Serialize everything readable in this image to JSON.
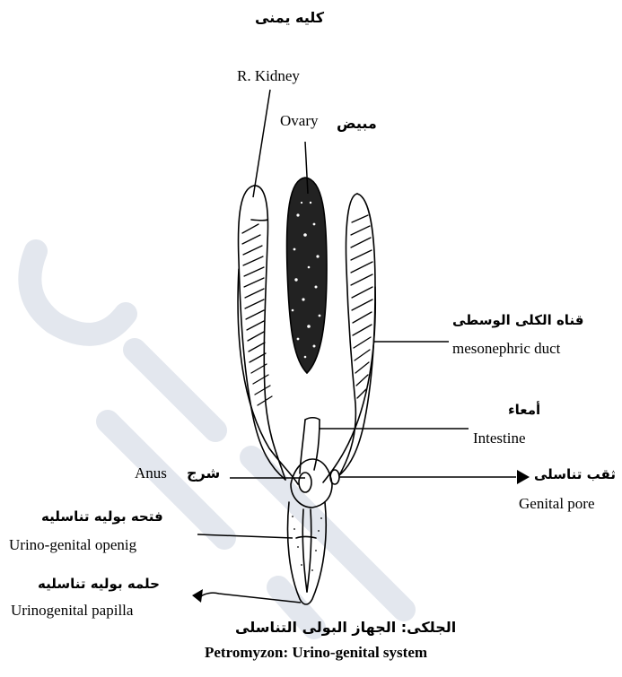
{
  "labels": {
    "kidney_ar": "كليه يمنى",
    "kidney_en": "R. Kidney",
    "ovary_en": "Ovary",
    "ovary_ar": "مبيض",
    "mesonephric_ar": "قناه الكلى الوسطى",
    "mesonephric_en": "mesonephric duct",
    "intestine_ar": "أمعاء",
    "intestine_en": "Intestine",
    "anus_en": "Anus",
    "anus_ar": "شرج",
    "genital_pore_ar": "ثقب تناسلى",
    "genital_pore_en": "Genital pore",
    "ug_opening_ar": "فتحه بوليه تناسليه",
    "ug_opening_en": "Urino-genital openig",
    "ug_papilla_ar": "حلمه بوليه تناسليه",
    "ug_papilla_en": "Urinogenital papilla",
    "caption_ar": "الجلكى: الجهاز البولى التناسلى",
    "caption_en": "Petromyzon: Urino-genital system"
  },
  "colors": {
    "ink": "#000000",
    "watermark": "#e3e7ee"
  }
}
